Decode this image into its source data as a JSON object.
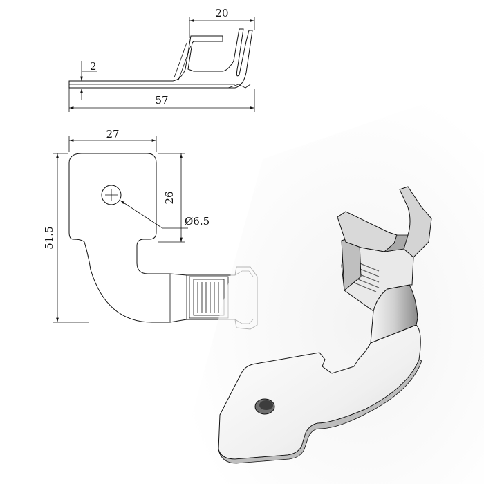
{
  "side_view": {
    "dim_width": "20",
    "dim_thickness": "2",
    "dim_length": "57"
  },
  "top_view": {
    "dim_width": "27",
    "dim_hole_offset": "26",
    "dim_hole_diameter": "Ø6.5",
    "dim_height": "51.5"
  },
  "colors": {
    "line": "#111111",
    "metal_light": "#f2f2f2",
    "metal_mid": "#cfcfcf",
    "metal_dark": "#7a7a7a",
    "background_glow": "#f4f4f4"
  }
}
